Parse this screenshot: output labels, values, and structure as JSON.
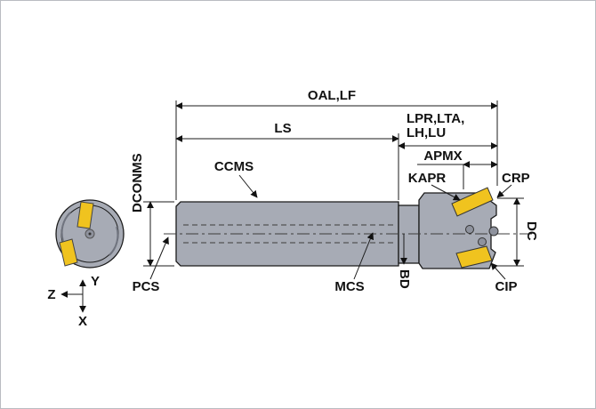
{
  "labels": {
    "oal_lf": "OAL,LF",
    "ls": "LS",
    "lpr_line1": "LPR,LTA,",
    "lpr_line2": "LH,LU",
    "apmx": "APMX",
    "kapr": "KAPR",
    "crp": "CRP",
    "dc": "DC",
    "dconms": "DCONMS",
    "ccms": "CCMS",
    "pcs": "PCS",
    "mcs": "MCS",
    "bd": "BD",
    "cip": "CIP"
  },
  "axes": {
    "x": "X",
    "y": "Y",
    "z": "Z"
  },
  "colors": {
    "tool_body": "#a7abb5",
    "tool_body_dark": "#8e929d",
    "insert_yellow": "#f0c31f",
    "outline": "#1b1b1b",
    "background": "#ffffff"
  }
}
